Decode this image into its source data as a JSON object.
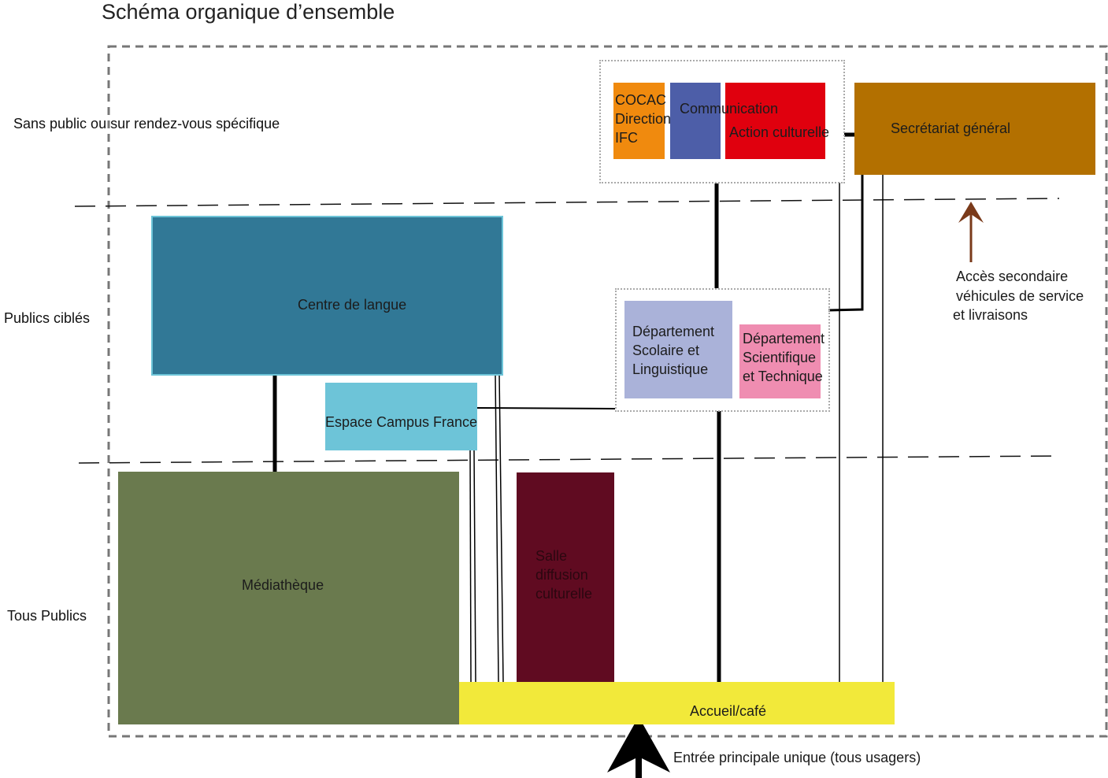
{
  "title": "Schéma organique d’ensemble",
  "zones": {
    "sans_public": "Sans public ou sur rendez-vous spécifique",
    "publics_cibles": "Publics ciblés",
    "tous_publics": "Tous Publics"
  },
  "units": {
    "cocac": [
      "COCAC",
      "Direction",
      "IFC"
    ],
    "communication": "Communication",
    "action_culturelle": "Action culturelle",
    "secretariat": "Secrétariat général",
    "centre_langue": "Centre de langue",
    "campus_france": "Espace Campus France",
    "dept_scolaire": [
      "Département",
      "Scolaire et",
      "Linguistique"
    ],
    "dept_scientifique": [
      "Département",
      "Scientifique",
      "et Technique"
    ],
    "mediatheque": "Médiathèque",
    "salle": [
      "Salle",
      "diffusion",
      "culturelle"
    ],
    "accueil": "Accueil/café"
  },
  "access": {
    "secondary": [
      "Accès secondaire",
      "véhicules de service",
      "et livraisons"
    ],
    "main": "Entrée principale unique (tous usagers)"
  },
  "colors": {
    "cocac": "#f08a0e",
    "communication": "#4d5ea8",
    "action_culturelle": "#e0000e",
    "secretariat": "#b37000",
    "centre_langue": "#317896",
    "campus_france": "#6dc4d8",
    "dept_scolaire": "#aab2d9",
    "dept_scientifique": "#ef8db1",
    "mediatheque": "#6a7a4e",
    "salle": "#600b21",
    "accueil": "#f2e93a",
    "secondary_arrow": "#7a3a1a"
  }
}
